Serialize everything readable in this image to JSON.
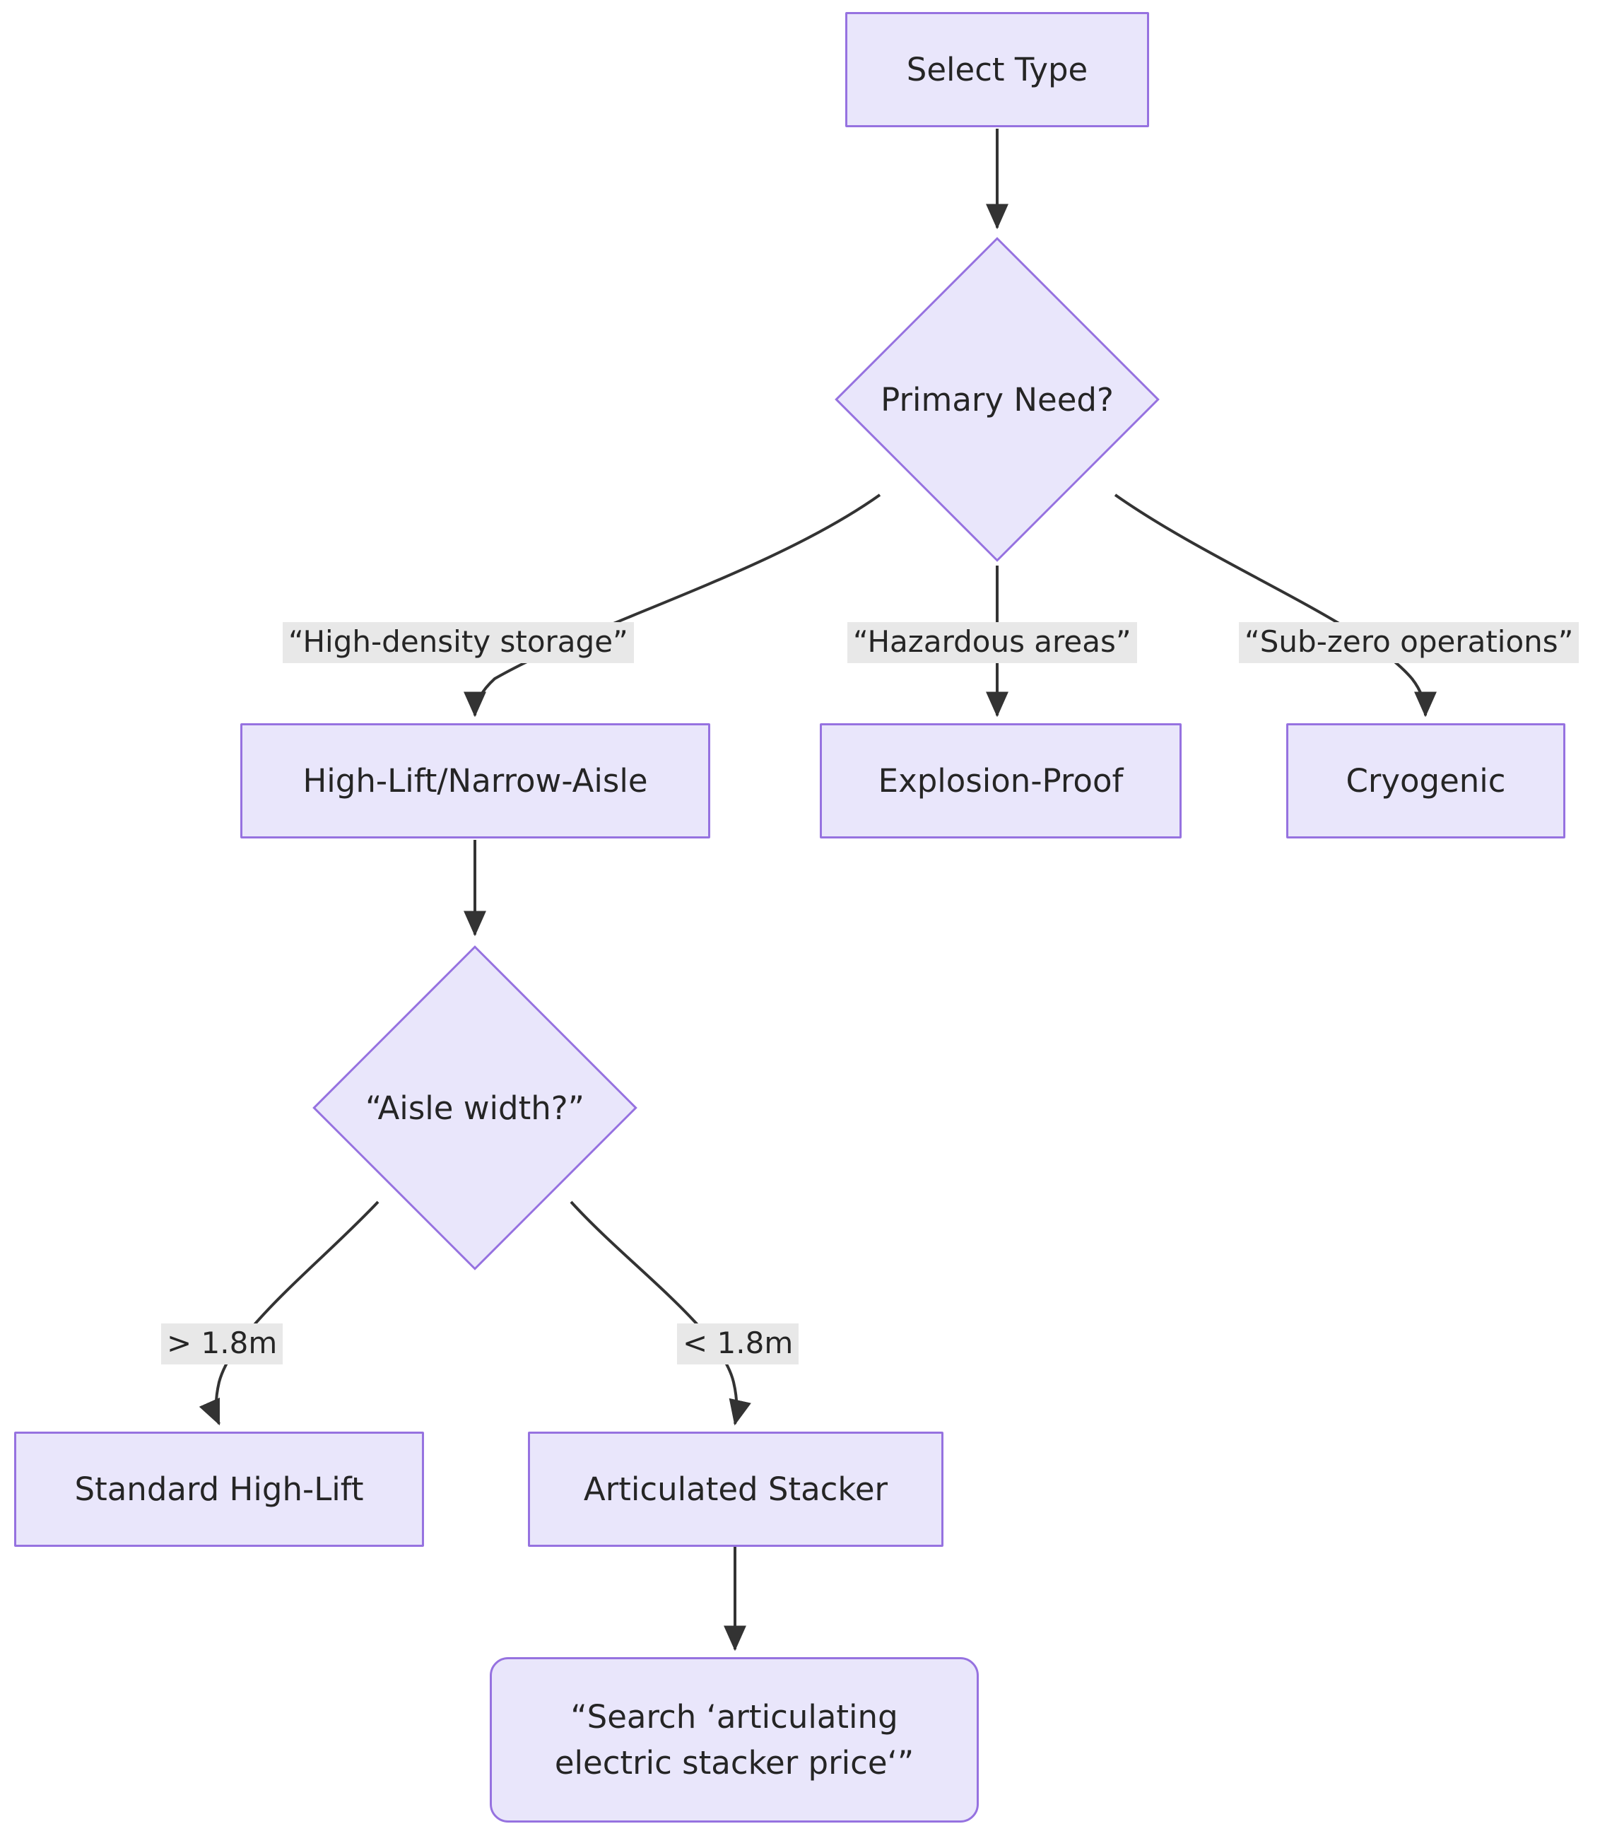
{
  "diagram": {
    "kind": "flowchart",
    "direction": "top-down",
    "background_color": "#ffffff",
    "node_fill_color": "#e9e6fb",
    "node_border_color": "#9672e0",
    "node_text_color": "#252525",
    "edge_color": "#333333",
    "edge_label_background": "#e8e8e8",
    "nodes": [
      {
        "id": "select_type",
        "label": "Select Type",
        "shape": "rectangle"
      },
      {
        "id": "primary_need",
        "label": "Primary Need?",
        "shape": "diamond"
      },
      {
        "id": "high_lift",
        "label": "High-Lift/Narrow-Aisle",
        "shape": "rectangle"
      },
      {
        "id": "explosion",
        "label": "Explosion-Proof",
        "shape": "rectangle"
      },
      {
        "id": "cryogenic",
        "label": "Cryogenic",
        "shape": "rectangle"
      },
      {
        "id": "aisle_width",
        "label": "“Aisle width?”",
        "shape": "diamond"
      },
      {
        "id": "standard",
        "label": "Standard High-Lift",
        "shape": "rectangle"
      },
      {
        "id": "articulated",
        "label": "Articulated Stacker",
        "shape": "rectangle"
      },
      {
        "id": "search",
        "label": "“Search ‘articulating\nelectric stacker price‘”",
        "shape": "rounded-rectangle"
      }
    ],
    "edges": [
      {
        "from": "select_type",
        "to": "primary_need",
        "label": ""
      },
      {
        "from": "primary_need",
        "to": "high_lift",
        "label": "“High-density storage”"
      },
      {
        "from": "primary_need",
        "to": "explosion",
        "label": "“Hazardous areas”"
      },
      {
        "from": "primary_need",
        "to": "cryogenic",
        "label": "“Sub-zero operations”"
      },
      {
        "from": "high_lift",
        "to": "aisle_width",
        "label": ""
      },
      {
        "from": "aisle_width",
        "to": "standard",
        "label": "> 1.8m"
      },
      {
        "from": "aisle_width",
        "to": "articulated",
        "label": "< 1.8m"
      },
      {
        "from": "articulated",
        "to": "search",
        "label": ""
      }
    ]
  }
}
